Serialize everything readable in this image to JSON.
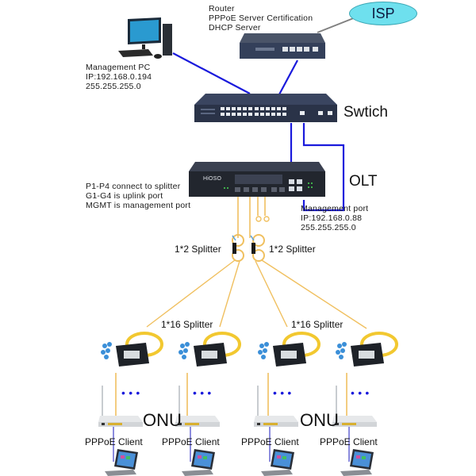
{
  "isp": {
    "label": "ISP"
  },
  "router": {
    "lines": [
      "Router",
      "PPPoE Server Certification",
      "DHCP Server"
    ]
  },
  "management_pc": {
    "lines": [
      "Management PC",
      "IP:192.168.0.194",
      "255.255.255.0"
    ]
  },
  "switch": {
    "label": "Swtich"
  },
  "olt": {
    "label": "OLT",
    "brand": "HiOSO",
    "notes": [
      "P1-P4 connect to splitter",
      "G1-G4 is uplink port",
      "MGMT is management port"
    ],
    "management_port": [
      "Management port",
      "IP:192.168.0.88",
      "255.255.255.0"
    ]
  },
  "splitters_1x2": [
    {
      "label": "1*2 Splitter"
    },
    {
      "label": "1*2 Splitter"
    }
  ],
  "splitters_1x16": [
    {
      "label": "1*16 Splitter"
    },
    {
      "label": "1*16 Splitter"
    }
  ],
  "onu": {
    "labels": [
      "ONU",
      "ONU"
    ],
    "ellipsis": "• • •"
  },
  "clients": [
    {
      "label": "PPPoE Client"
    },
    {
      "label": "PPPoE Client"
    },
    {
      "label": "PPPoE Client"
    },
    {
      "label": "PPPoE Client"
    }
  ],
  "colors": {
    "ethernet": "#1a1adc",
    "fiber": "#f0c060",
    "isp_link": "#808080",
    "isp_fill": "#6ee0ee",
    "device_dark": "#2e3646"
  }
}
